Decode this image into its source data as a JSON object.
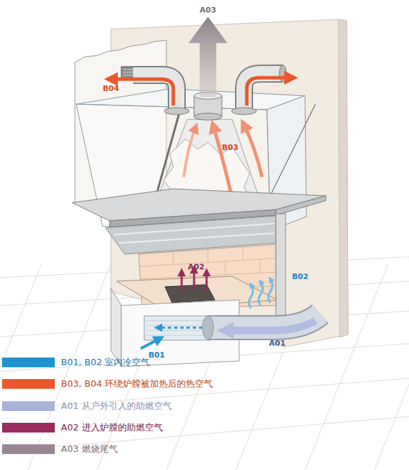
{
  "diagram": {
    "labels": [
      "A03",
      "B04",
      "B03",
      "A02",
      "B02",
      "B01",
      "A01"
    ],
    "legend": [
      {
        "text": "B01, B02 室内冷空气",
        "color": "#1f93d0"
      },
      {
        "text": "B03, B04 环绕炉膛被加热后的热空气",
        "color": "#e8582a"
      },
      {
        "text": "A01 从户外引入的助燃空气",
        "color": "#a9b3da"
      },
      {
        "text": "A02 进入炉膛的助燃空气",
        "color": "#9b2a5e"
      },
      {
        "text": "A03 燃烧尾气",
        "color": "#988790"
      }
    ]
  }
}
